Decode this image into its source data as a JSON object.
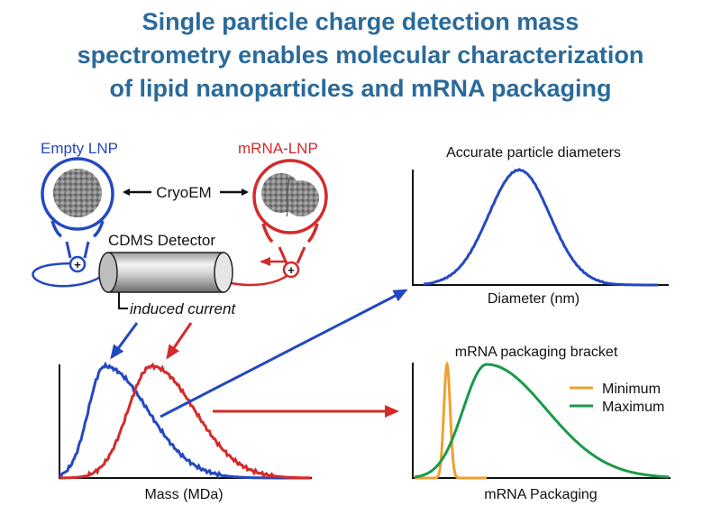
{
  "title": {
    "line1": "Single particle charge detection mass",
    "line2": "spectrometry enables molecular characterization",
    "line3": "of lipid nanoparticles and mRNA packaging"
  },
  "labels": {
    "empty_lnp": "Empty LNP",
    "mrna_lnp": "mRNA-LNP",
    "cryoem": "CryoEM",
    "cdms_detector": "CDMS Detector",
    "induced_current": "induced current",
    "charge_symbol": "+"
  },
  "charts": {
    "diameter": {
      "title": "Accurate particle diameters",
      "xlabel": "Diameter (nm)"
    },
    "mass": {
      "xlabel": "Mass (MDa)"
    },
    "packaging": {
      "title": "mRNA packaging bracket",
      "xlabel": "mRNA Packaging"
    }
  },
  "legend": {
    "minimum": "Minimum",
    "maximum": "Maximum"
  },
  "colors": {
    "title": "#2a6a9a",
    "blue": "#2448c0",
    "red": "#d42a2a",
    "orange": "#f0a030",
    "green": "#1a9a4a"
  }
}
